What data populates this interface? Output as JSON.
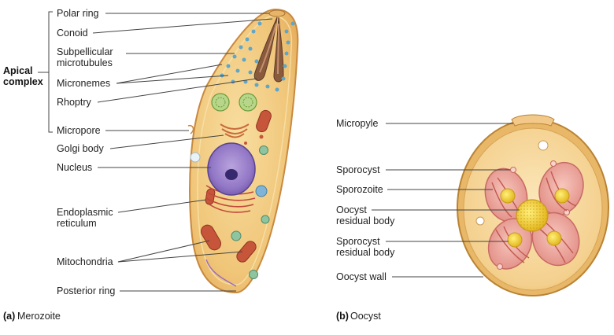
{
  "merozoite": {
    "group_label_line1": "Apical",
    "group_label_line2": "complex",
    "labels": {
      "polar_ring": "Polar ring",
      "conoid": "Conoid",
      "subpellicular_1": "Subpellicular",
      "subpellicular_2": "microtubules",
      "micronemes": "Micronemes",
      "rhoptry": "Rhoptry",
      "micropore": "Micropore",
      "golgi_body": "Golgi body",
      "nucleus": "Nucleus",
      "er_1": "Endoplasmic",
      "er_2": "reticulum",
      "mitochondria": "Mitochondria",
      "posterior_ring": "Posterior ring"
    },
    "caption_letter": "(a)",
    "caption_text": "Merozoite"
  },
  "oocyst": {
    "labels": {
      "micropyle": "Micropyle",
      "sporocyst": "Sporocyst",
      "sporozoite": "Sporozoite",
      "oocyst_residual_1": "Oocyst",
      "oocyst_residual_2": "residual body",
      "sporocyst_residual_1": "Sporocyst",
      "sporocyst_residual_2": "residual body",
      "oocyst_wall": "Oocyst wall"
    },
    "caption_letter": "(b)",
    "caption_text": "Oocyst"
  }
}
